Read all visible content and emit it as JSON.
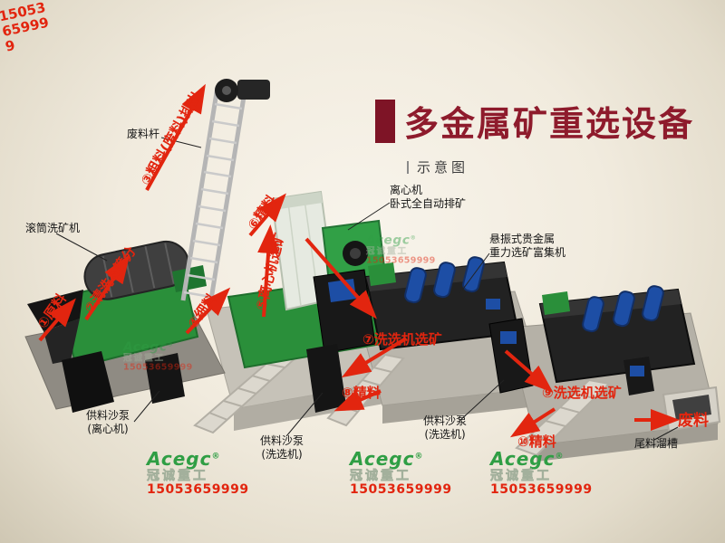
{
  "header": {
    "title": "多金属矿重选设备",
    "subtitle": "示意图"
  },
  "watermark": {
    "brand": "Acegc",
    "reg": "®",
    "company": "冠诚重工",
    "phone": "15053659999"
  },
  "flow_labels": [
    {
      "step": "1",
      "text": "①原料"
    },
    {
      "step": "2",
      "text": "②清洗&筛分"
    },
    {
      "step": "3",
      "text": "③粗料(废料)排出"
    },
    {
      "step": "4",
      "text": "④细料"
    },
    {
      "step": "5",
      "text": "⑤离心机选矿"
    },
    {
      "step": "6",
      "text": "⑥精料"
    },
    {
      "step": "7",
      "text": "⑦洗选机选矿"
    },
    {
      "step": "8",
      "text": "⑧精料"
    },
    {
      "step": "9",
      "text": "⑨洗选机选矿"
    },
    {
      "step": "10",
      "text": "⑩精料"
    },
    {
      "step": "11",
      "text": "废料"
    }
  ],
  "equipment_labels": [
    {
      "lines": [
        "废料杆"
      ]
    },
    {
      "lines": [
        "滚筒洗矿机"
      ]
    },
    {
      "lines": [
        "离心机",
        "卧式全自动排矿"
      ]
    },
    {
      "lines": [
        "悬振式贵金属",
        "重力选矿富集机"
      ]
    },
    {
      "lines": [
        "供料沙泵",
        "(离心机)"
      ]
    },
    {
      "lines": [
        "供料沙泵",
        "(洗选机)"
      ]
    },
    {
      "lines": [
        "供料沙泵",
        "(洗选机)"
      ]
    },
    {
      "lines": [
        "尾料溜槽"
      ]
    }
  ],
  "colors": {
    "title_red": "#8e1b2c",
    "flow_red": "#e2250f",
    "brand_green": "#2f9e44",
    "machine_green": "#2a8f3a",
    "machine_blue": "#1d4ea5"
  }
}
